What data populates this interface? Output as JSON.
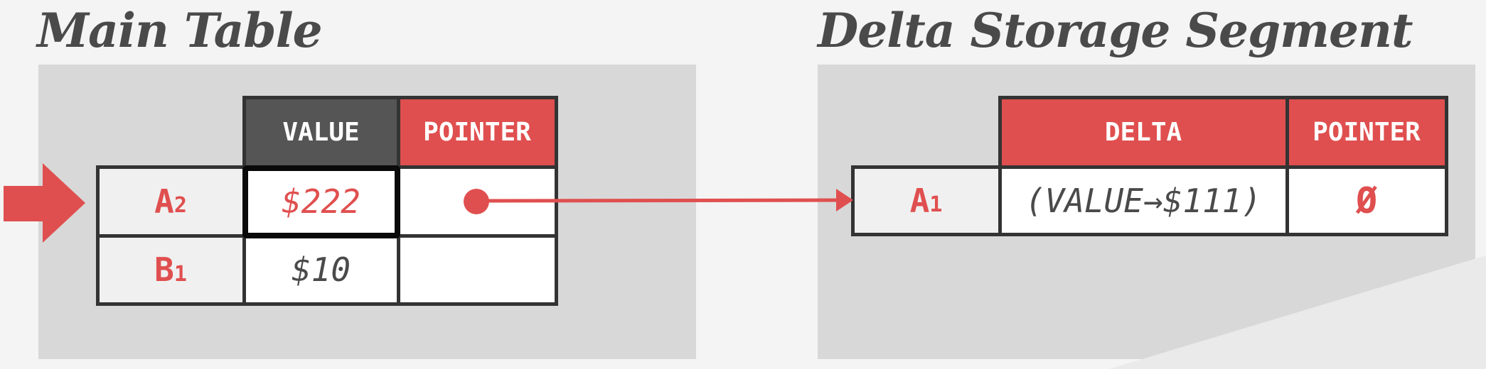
{
  "main_table": {
    "title": "Main Table",
    "headers": {
      "value": "VALUE",
      "pointer": "POINTER"
    },
    "rows": [
      {
        "key": "A",
        "sub": "2",
        "value": "$222",
        "has_pointer": true
      },
      {
        "key": "B",
        "sub": "1",
        "value": "$10",
        "has_pointer": false
      }
    ]
  },
  "delta_storage": {
    "title": "Delta Storage Segment",
    "headers": {
      "delta": "DELTA",
      "pointer": "POINTER"
    },
    "rows": [
      {
        "key": "A",
        "sub": "1",
        "delta": "(VALUE→$111)",
        "pointer": "Ø"
      }
    ]
  },
  "colors": {
    "accent_red": "#e04f4f",
    "header_dark": "#555555",
    "panel_gray": "#d8d8d8",
    "title_gray": "#4a4a4a"
  }
}
